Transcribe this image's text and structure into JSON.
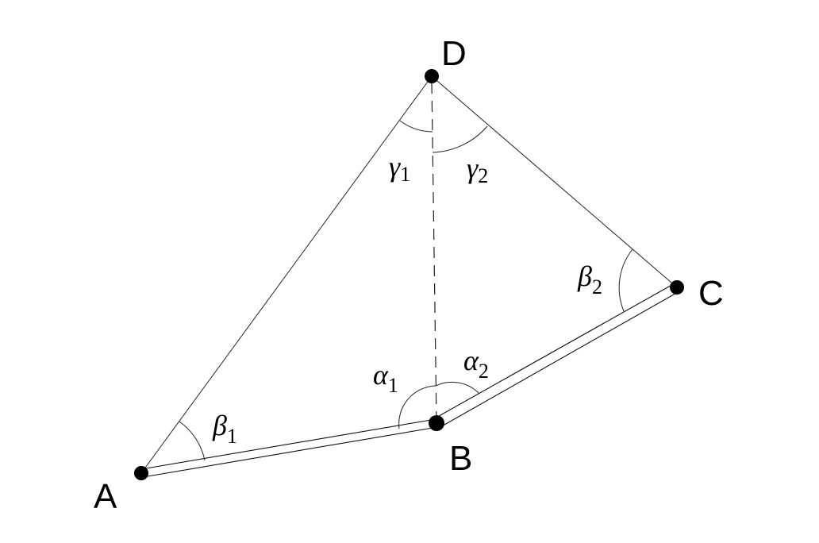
{
  "points": [
    {
      "id": "A",
      "label": "A"
    },
    {
      "id": "B",
      "label": "B"
    },
    {
      "id": "C",
      "label": "C"
    },
    {
      "id": "D",
      "label": "D"
    }
  ],
  "angles": [
    {
      "id": "beta1",
      "symbol": "β",
      "sub": "1"
    },
    {
      "id": "alpha1",
      "symbol": "α",
      "sub": "1"
    },
    {
      "id": "alpha2",
      "symbol": "α",
      "sub": "2"
    },
    {
      "id": "beta2",
      "symbol": "β",
      "sub": "2"
    },
    {
      "id": "gamma1",
      "symbol": "γ",
      "sub": "1"
    },
    {
      "id": "gamma2",
      "symbol": "γ",
      "sub": "2"
    }
  ]
}
